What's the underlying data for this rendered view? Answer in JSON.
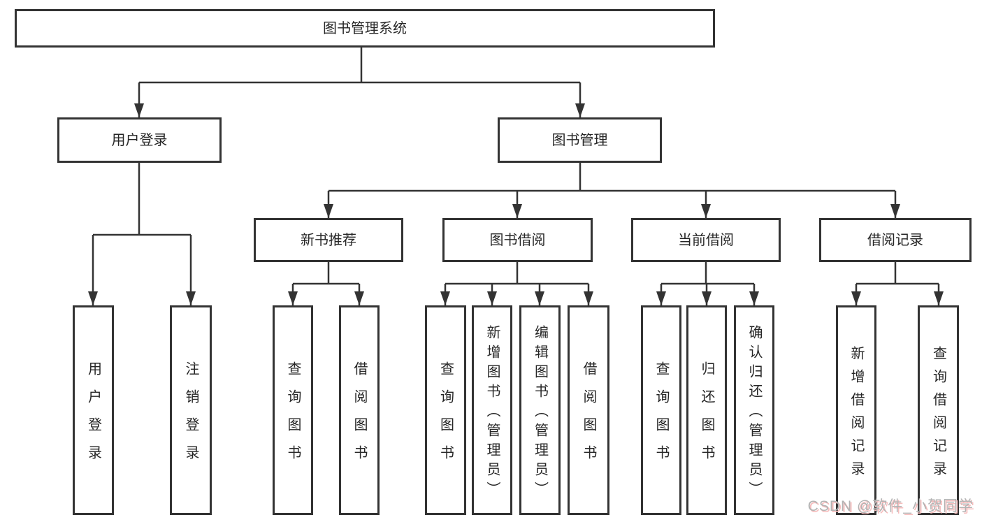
{
  "diagram_title": "图书管理系统",
  "nodes": {
    "root": {
      "label": "图书管理系统"
    },
    "user_login": {
      "label": "用户登录"
    },
    "book_mgmt": {
      "label": "图书管理"
    },
    "new_book_rec": {
      "label": "新书推荐"
    },
    "book_borrow": {
      "label": "图书借阅"
    },
    "current_borrow": {
      "label": "当前借阅"
    },
    "borrow_record": {
      "label": "借阅记录"
    },
    "leaf_user_login": {
      "label": "用户登录"
    },
    "leaf_logout": {
      "label": "注销登录"
    },
    "leaf_query_new": {
      "label": "查询图书"
    },
    "leaf_borrow_new": {
      "label": "借阅图书"
    },
    "leaf_query_borrow": {
      "label": "查询图书"
    },
    "leaf_add_admin": {
      "label": "新增图书（管理员）"
    },
    "leaf_edit_admin": {
      "label": "编辑图书（管理员）"
    },
    "leaf_borrow": {
      "label": "借阅图书"
    },
    "leaf_query_current": {
      "label": "查询图书"
    },
    "leaf_return": {
      "label": "归还图书"
    },
    "leaf_confirm_admin": {
      "label": "确认归还（管理员）"
    },
    "leaf_add_record": {
      "label": "新增借阅记录"
    },
    "leaf_query_record": {
      "label": "查询借阅记录"
    }
  },
  "edges": [
    [
      "图书管理系统",
      "用户登录"
    ],
    [
      "图书管理系统",
      "图书管理"
    ],
    [
      "用户登录",
      "用户登录"
    ],
    [
      "用户登录",
      "注销登录"
    ],
    [
      "图书管理",
      "新书推荐"
    ],
    [
      "图书管理",
      "图书借阅"
    ],
    [
      "图书管理",
      "当前借阅"
    ],
    [
      "图书管理",
      "借阅记录"
    ],
    [
      "新书推荐",
      "查询图书"
    ],
    [
      "新书推荐",
      "借阅图书"
    ],
    [
      "图书借阅",
      "查询图书"
    ],
    [
      "图书借阅",
      "新增图书（管理员）"
    ],
    [
      "图书借阅",
      "编辑图书（管理员）"
    ],
    [
      "图书借阅",
      "借阅图书"
    ],
    [
      "当前借阅",
      "查询图书"
    ],
    [
      "当前借阅",
      "归还图书"
    ],
    [
      "当前借阅",
      "确认归还（管理员）"
    ],
    [
      "借阅记录",
      "新增借阅记录"
    ],
    [
      "借阅记录",
      "查询借阅记录"
    ]
  ],
  "watermark": {
    "text": "CSDN @软件_小贺同学"
  },
  "colors": {
    "line": "#333333",
    "box_border": "#333333",
    "box_fill": "#ffffff",
    "text": "#262626",
    "watermark": "#b3b3b3",
    "watermark_shadow": "#f6bcbc"
  }
}
